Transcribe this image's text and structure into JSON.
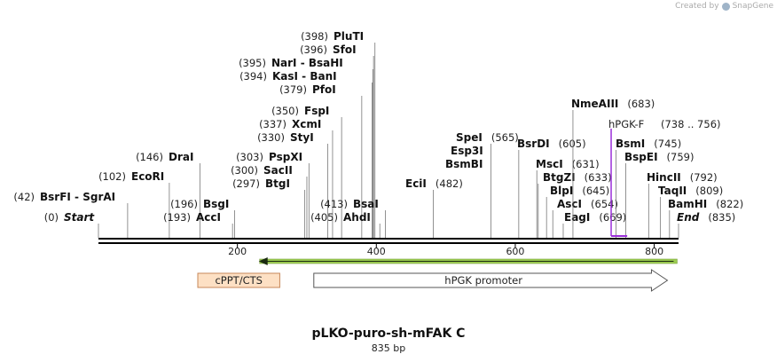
{
  "credit": {
    "text": "Created by",
    "brand": "SnapGene"
  },
  "title": "pLKO-puro-sh-mFAK C",
  "subtitle": "835 bp",
  "sequence_length": 835,
  "ticks": [
    200,
    400,
    600,
    800
  ],
  "sites": [
    {
      "pos": 0,
      "name": "Start",
      "pos_label": "(0)",
      "italic": true
    },
    {
      "pos": 42,
      "name": "BsrFI  -  SgrAI",
      "pos_label": "(42)"
    },
    {
      "pos": 102,
      "name": "EcoRI",
      "pos_label": "(102)"
    },
    {
      "pos": 146,
      "name": "DraI",
      "pos_label": "(146)"
    },
    {
      "pos": 193,
      "name": "AccI",
      "pos_label": "(193)"
    },
    {
      "pos": 196,
      "name": "BsgI",
      "pos_label": "(196)"
    },
    {
      "pos": 297,
      "name": "BtgI",
      "pos_label": "(297)"
    },
    {
      "pos": 300,
      "name": "SacII",
      "pos_label": "(300)"
    },
    {
      "pos": 303,
      "name": "PspXI",
      "pos_label": "(303)"
    },
    {
      "pos": 330,
      "name": "StyI",
      "pos_label": "(330)"
    },
    {
      "pos": 337,
      "name": "XcmI",
      "pos_label": "(337)"
    },
    {
      "pos": 350,
      "name": "FspI",
      "pos_label": "(350)"
    },
    {
      "pos": 379,
      "name": "PfoI",
      "pos_label": "(379)"
    },
    {
      "pos": 394,
      "name": "KasI  -  BanI",
      "pos_label": "(394)"
    },
    {
      "pos": 395,
      "name": "NarI  -  BsaHI",
      "pos_label": "(395)"
    },
    {
      "pos": 396,
      "name": "SfoI",
      "pos_label": "(396)"
    },
    {
      "pos": 398,
      "name": "PluTI",
      "pos_label": "(398)"
    },
    {
      "pos": 405,
      "name": "AhdI",
      "pos_label": "(405)"
    },
    {
      "pos": 413,
      "name": "BsaI",
      "pos_label": "(413)"
    },
    {
      "pos": 482,
      "name": "EciI",
      "pos_label": "(482)"
    },
    {
      "pos": 565,
      "name": "SpeI",
      "pos_label": "(565)"
    },
    {
      "pos": 565,
      "name": "Esp3I",
      "pos_label": ""
    },
    {
      "pos": 565,
      "name": "BsmBI",
      "pos_label": ""
    },
    {
      "pos": 605,
      "name": "BsrDI",
      "pos_label": "(605)"
    },
    {
      "pos": 631,
      "name": "MscI",
      "pos_label": "(631)"
    },
    {
      "pos": 633,
      "name": "BtgZI",
      "pos_label": "(633)"
    },
    {
      "pos": 645,
      "name": "BlpI",
      "pos_label": "(645)"
    },
    {
      "pos": 654,
      "name": "AscI",
      "pos_label": "(654)"
    },
    {
      "pos": 669,
      "name": "EagI",
      "pos_label": "(669)"
    },
    {
      "pos": 683,
      "name": "NmeAIII",
      "pos_label": "(683)"
    },
    {
      "pos": 745,
      "name": "BsmI",
      "pos_label": "(745)"
    },
    {
      "pos": 759,
      "name": "BspEI",
      "pos_label": "(759)"
    },
    {
      "pos": 792,
      "name": "HincII",
      "pos_label": "(792)"
    },
    {
      "pos": 809,
      "name": "TaqII",
      "pos_label": "(809)"
    },
    {
      "pos": 822,
      "name": "BamHI",
      "pos_label": "(822)"
    },
    {
      "pos": 835,
      "name": "End",
      "pos_label": "(835)",
      "italic": true
    }
  ],
  "primer": {
    "name": "hPGK-F",
    "range_label": "(738 .. 756)",
    "start": 738,
    "end": 756,
    "color": "#9b30d9"
  },
  "features": [
    {
      "name": "cPPT/CTS",
      "start": 143,
      "end": 261,
      "shape": "box",
      "fill": "#fde0c4",
      "stroke": "#c7875a"
    },
    {
      "name": "hPGK promoter",
      "start": 310,
      "end": 819,
      "shape": "arrow-right",
      "fill": "#ffffff",
      "stroke": "#555555"
    }
  ],
  "orf": {
    "start": 232,
    "end": 833,
    "direction": "reverse",
    "color": "#9ccc52"
  }
}
